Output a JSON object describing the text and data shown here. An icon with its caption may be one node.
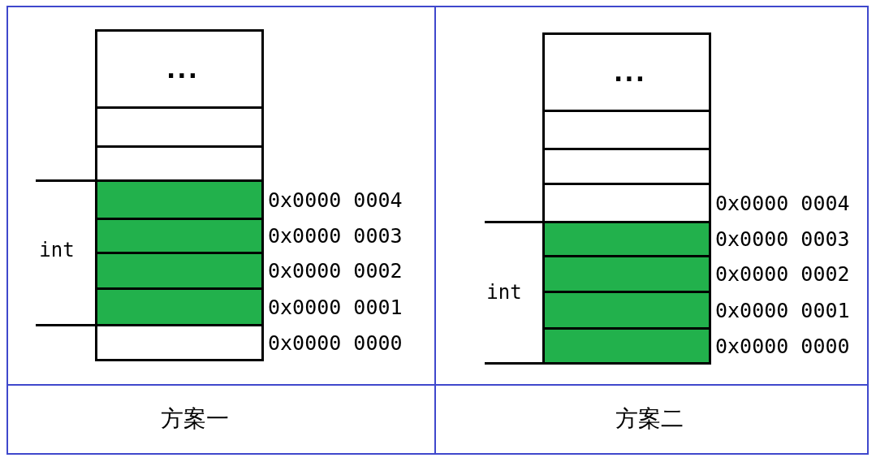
{
  "diagram": {
    "nodes": [
      {
        "text": [],
        "shape": "box"
      },
      {
        "text": [
          "..."
        ],
        "in": 0
      },
      {
        "text": [],
        "shape": "box",
        "in": 0
      },
      {
        "text": [],
        "shape": "box",
        "in": 0
      },
      {
        "text": [],
        "shape": "box",
        "in": 0,
        "beside": [
          "0x0000 0004"
        ]
      },
      {
        "text": [],
        "shape": "box",
        "in": 0,
        "beside": [
          "0x0000 0003"
        ]
      },
      {
        "text": [],
        "shape": "box",
        "in": 0,
        "beside": [
          "0x0000 0002"
        ]
      },
      {
        "text": [],
        "shape": "box",
        "in": 0,
        "beside": [
          "0x0000 0001"
        ]
      },
      {
        "text": [],
        "shape": "box",
        "in": 0,
        "beside": [
          "0x0000 0000"
        ]
      },
      {
        "text": [],
        "shape": "box"
      },
      {
        "text": [
          "..."
        ],
        "in": 9
      },
      {
        "text": [],
        "shape": "box",
        "in": 9
      },
      {
        "text": [],
        "shape": "box",
        "in": 9
      },
      {
        "text": [],
        "shape": "box",
        "in": 9,
        "beside": [
          "0x0000 0004"
        ]
      },
      {
        "text": [],
        "shape": "box",
        "in": 9,
        "beside": [
          "0x0000 0003"
        ]
      },
      {
        "text": [],
        "shape": "box",
        "in": 9,
        "beside": [
          "0x0000 0002"
        ]
      },
      {
        "text": [],
        "shape": "box",
        "in": 9,
        "beside": [
          "0x0000 0001"
        ]
      },
      {
        "text": [],
        "shape": "box",
        "in": 9,
        "beside": [
          "0x0000 0000"
        ]
      },
      {
        "text": [
          "方案一"
        ]
      },
      {
        "text": [
          "方案二"
        ]
      }
    ],
    "labels": [
      "int",
      "int"
    ]
  }
}
